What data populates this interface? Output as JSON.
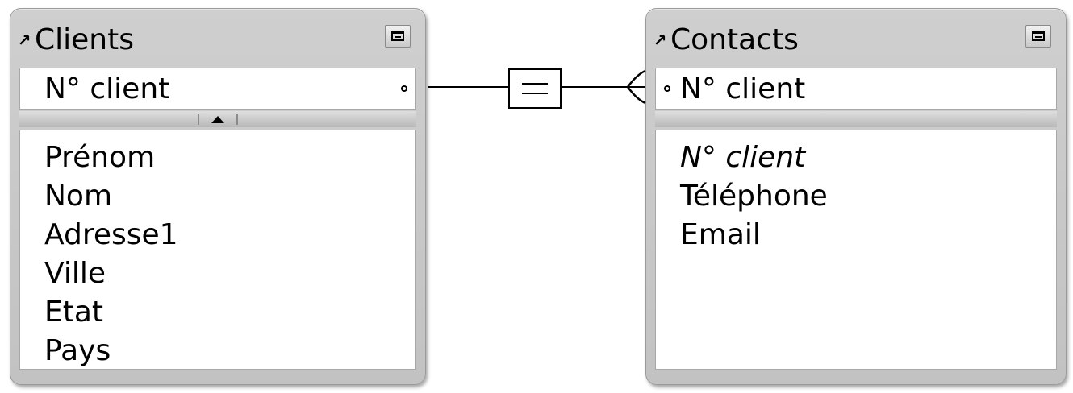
{
  "tables": [
    {
      "title": "Clients",
      "goto_icon": "↗",
      "key_field": "N° client",
      "fields": [
        "Prénom",
        "Nom",
        "Adresse1",
        "Ville",
        "Etat",
        "Pays"
      ]
    },
    {
      "title": "Contacts",
      "goto_icon": "↗",
      "key_field": "N° client",
      "fields": [
        "N° client",
        "Téléphone",
        "Email"
      ]
    }
  ],
  "relationship": {
    "operator_icon": "equals-icon",
    "from_cardinality": "one",
    "to_cardinality": "many"
  },
  "icons": {
    "collapse": "collapse-icon",
    "resize": "resize-handle-icon"
  }
}
